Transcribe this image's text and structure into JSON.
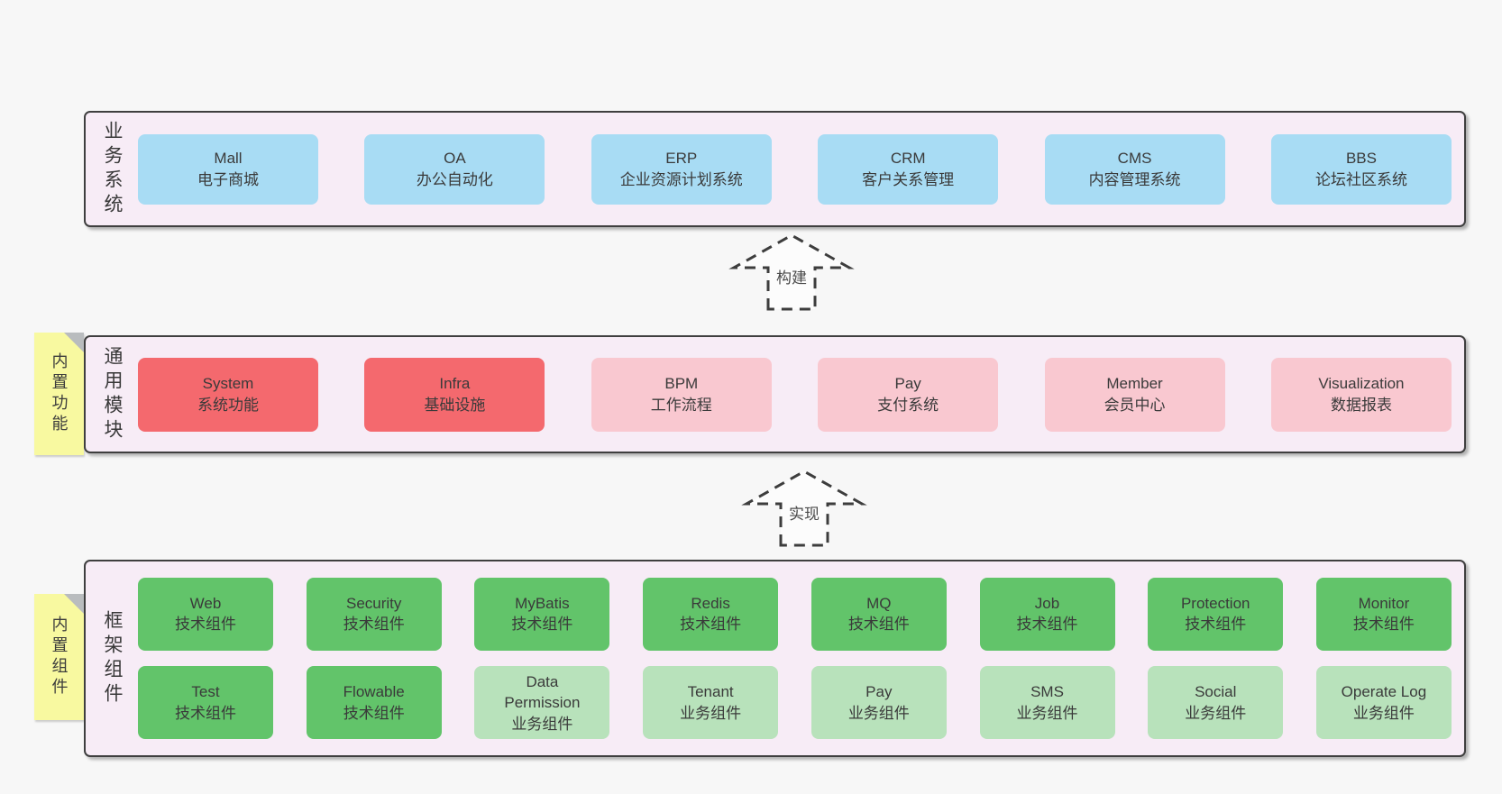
{
  "diagram": {
    "title_hint": "layered-architecture-diagram",
    "layers": [
      {
        "label": "业务系统",
        "boxes": [
          {
            "name": "Mall",
            "subtitle": "电子商城",
            "variant": "blue"
          },
          {
            "name": "OA",
            "subtitle": "办公自动化",
            "variant": "blue"
          },
          {
            "name": "ERP",
            "subtitle": "企业资源计划系统",
            "variant": "blue"
          },
          {
            "name": "CRM",
            "subtitle": "客户关系管理",
            "variant": "blue"
          },
          {
            "name": "CMS",
            "subtitle": "内容管理系统",
            "variant": "blue"
          },
          {
            "name": "BBS",
            "subtitle": "论坛社区系统",
            "variant": "blue"
          }
        ]
      },
      {
        "label": "通用模块",
        "tab": "内置功能",
        "boxes": [
          {
            "name": "System",
            "subtitle": "系统功能",
            "variant": "red"
          },
          {
            "name": "Infra",
            "subtitle": "基础设施",
            "variant": "red"
          },
          {
            "name": "BPM",
            "subtitle": "工作流程",
            "variant": "pink"
          },
          {
            "name": "Pay",
            "subtitle": "支付系统",
            "variant": "pink"
          },
          {
            "name": "Member",
            "subtitle": "会员中心",
            "variant": "pink"
          },
          {
            "name": "Visualization",
            "subtitle": "数据报表",
            "variant": "pink"
          }
        ]
      },
      {
        "label": "框架组件",
        "tab": "内置组件",
        "rows": [
          [
            {
              "name": "Web",
              "subtitle": "技术组件",
              "variant": "green"
            },
            {
              "name": "Security",
              "subtitle": "技术组件",
              "variant": "green"
            },
            {
              "name": "MyBatis",
              "subtitle": "技术组件",
              "variant": "green"
            },
            {
              "name": "Redis",
              "subtitle": "技术组件",
              "variant": "green"
            },
            {
              "name": "MQ",
              "subtitle": "技术组件",
              "variant": "green"
            },
            {
              "name": "Job",
              "subtitle": "技术组件",
              "variant": "green"
            },
            {
              "name": "Protection",
              "subtitle": "技术组件",
              "variant": "green"
            },
            {
              "name": "Monitor",
              "subtitle": "技术组件",
              "variant": "green"
            }
          ],
          [
            {
              "name": "Test",
              "subtitle": "技术组件",
              "variant": "green"
            },
            {
              "name": "Flowable",
              "subtitle": "技术组件",
              "variant": "green"
            },
            {
              "name": "Data Permission",
              "subtitle": "业务组件",
              "variant": "lightgreen"
            },
            {
              "name": "Tenant",
              "subtitle": "业务组件",
              "variant": "lightgreen"
            },
            {
              "name": "Pay",
              "subtitle": "业务组件",
              "variant": "lightgreen"
            },
            {
              "name": "SMS",
              "subtitle": "业务组件",
              "variant": "lightgreen"
            },
            {
              "name": "Social",
              "subtitle": "业务组件",
              "variant": "lightgreen"
            },
            {
              "name": "Operate Log",
              "subtitle": "业务组件",
              "variant": "lightgreen"
            }
          ]
        ]
      }
    ],
    "arrows": [
      {
        "label": "构建"
      },
      {
        "label": "实现"
      }
    ],
    "colors": {
      "page_bg": "#f7f7f7",
      "panel_bg": "#f7ecf6",
      "panel_border": "#3f3f3f",
      "blue": "#a8dcf4",
      "red": "#f4696e",
      "pink": "#f9c8d0",
      "green": "#62c46a",
      "light_green": "#b8e2bb",
      "yellow_tab": "#f8f9a0",
      "fold_gray": "#b9bcbe",
      "text": "#3a3a3a"
    }
  }
}
